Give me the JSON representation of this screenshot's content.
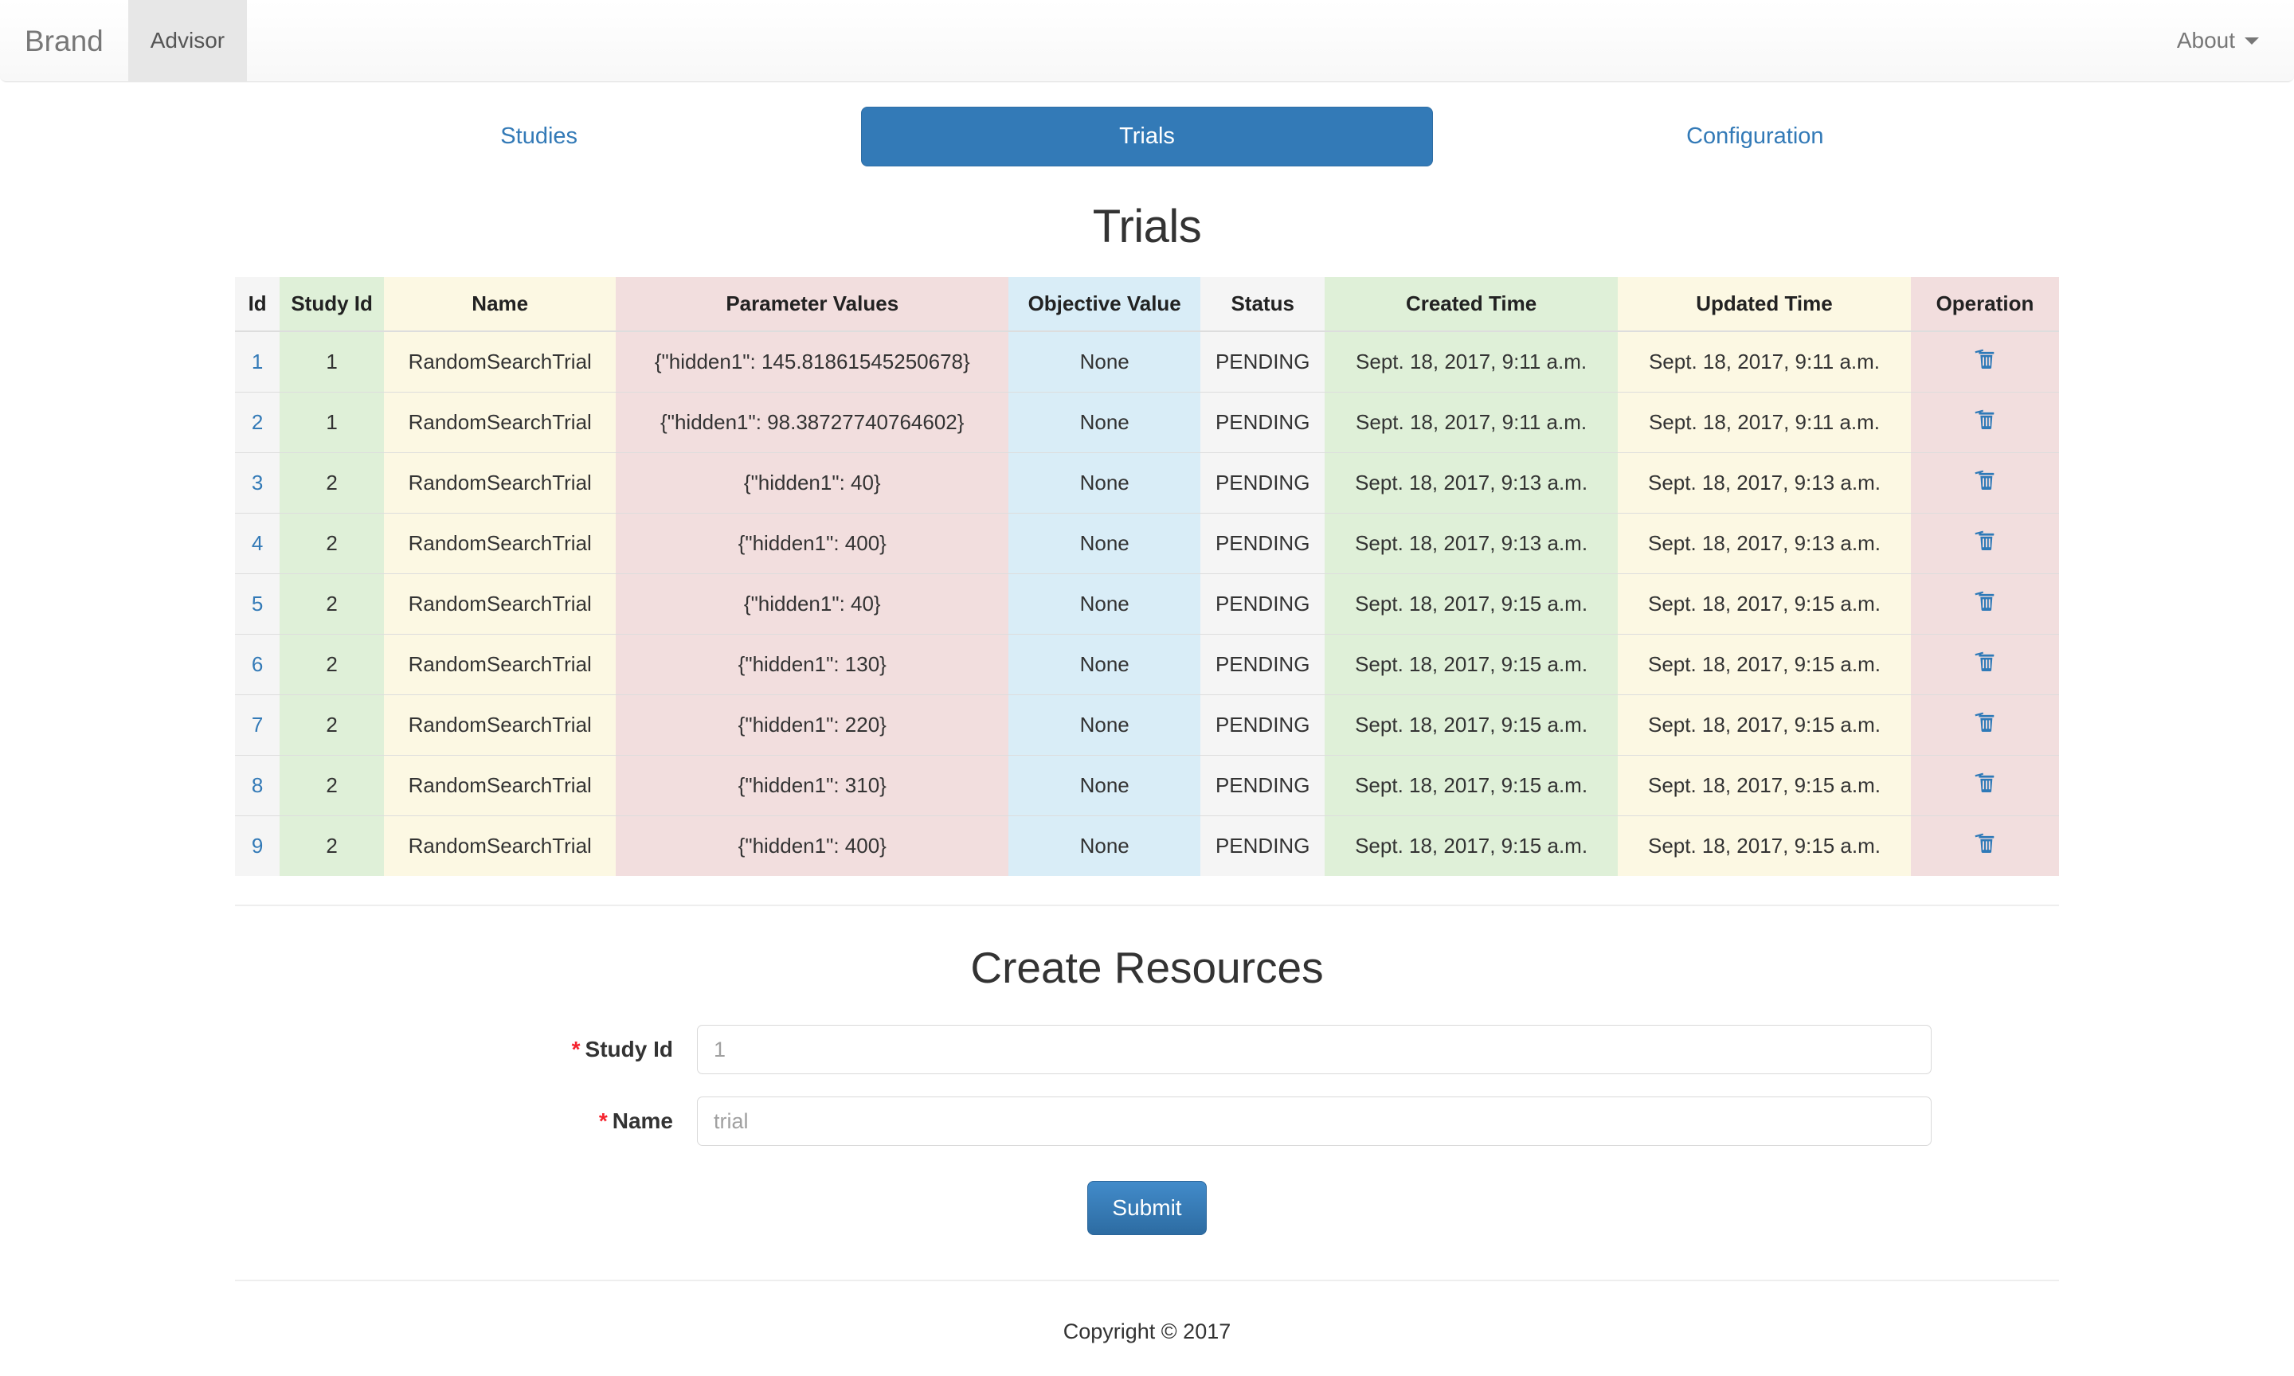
{
  "navbar": {
    "brand": "Brand",
    "items": [
      {
        "label": "Advisor",
        "active": true
      }
    ],
    "about": "About",
    "caret_icon": "chevron-down-icon"
  },
  "tabs": [
    {
      "label": "Studies",
      "active": false
    },
    {
      "label": "Trials",
      "active": true
    },
    {
      "label": "Configuration",
      "active": false
    }
  ],
  "page": {
    "title": "Trials"
  },
  "table": {
    "columns": [
      "Id",
      "Study Id",
      "Name",
      "Parameter Values",
      "Objective Value",
      "Status",
      "Created Time",
      "Updated Time",
      "Operation"
    ],
    "delete_icon": "trash-icon",
    "rows": [
      {
        "id": "1",
        "study_id": "1",
        "name": "RandomSearchTrial",
        "parameter_values": "{\"hidden1\": 145.81861545250678}",
        "objective_value": "None",
        "status": "PENDING",
        "created_time": "Sept. 18, 2017, 9:11 a.m.",
        "updated_time": "Sept. 18, 2017, 9:11 a.m."
      },
      {
        "id": "2",
        "study_id": "1",
        "name": "RandomSearchTrial",
        "parameter_values": "{\"hidden1\": 98.38727740764602}",
        "objective_value": "None",
        "status": "PENDING",
        "created_time": "Sept. 18, 2017, 9:11 a.m.",
        "updated_time": "Sept. 18, 2017, 9:11 a.m."
      },
      {
        "id": "3",
        "study_id": "2",
        "name": "RandomSearchTrial",
        "parameter_values": "{\"hidden1\": 40}",
        "objective_value": "None",
        "status": "PENDING",
        "created_time": "Sept. 18, 2017, 9:13 a.m.",
        "updated_time": "Sept. 18, 2017, 9:13 a.m."
      },
      {
        "id": "4",
        "study_id": "2",
        "name": "RandomSearchTrial",
        "parameter_values": "{\"hidden1\": 400}",
        "objective_value": "None",
        "status": "PENDING",
        "created_time": "Sept. 18, 2017, 9:13 a.m.",
        "updated_time": "Sept. 18, 2017, 9:13 a.m."
      },
      {
        "id": "5",
        "study_id": "2",
        "name": "RandomSearchTrial",
        "parameter_values": "{\"hidden1\": 40}",
        "objective_value": "None",
        "status": "PENDING",
        "created_time": "Sept. 18, 2017, 9:15 a.m.",
        "updated_time": "Sept. 18, 2017, 9:15 a.m."
      },
      {
        "id": "6",
        "study_id": "2",
        "name": "RandomSearchTrial",
        "parameter_values": "{\"hidden1\": 130}",
        "objective_value": "None",
        "status": "PENDING",
        "created_time": "Sept. 18, 2017, 9:15 a.m.",
        "updated_time": "Sept. 18, 2017, 9:15 a.m."
      },
      {
        "id": "7",
        "study_id": "2",
        "name": "RandomSearchTrial",
        "parameter_values": "{\"hidden1\": 220}",
        "objective_value": "None",
        "status": "PENDING",
        "created_time": "Sept. 18, 2017, 9:15 a.m.",
        "updated_time": "Sept. 18, 2017, 9:15 a.m."
      },
      {
        "id": "8",
        "study_id": "2",
        "name": "RandomSearchTrial",
        "parameter_values": "{\"hidden1\": 310}",
        "objective_value": "None",
        "status": "PENDING",
        "created_time": "Sept. 18, 2017, 9:15 a.m.",
        "updated_time": "Sept. 18, 2017, 9:15 a.m."
      },
      {
        "id": "9",
        "study_id": "2",
        "name": "RandomSearchTrial",
        "parameter_values": "{\"hidden1\": 400}",
        "objective_value": "None",
        "status": "PENDING",
        "created_time": "Sept. 18, 2017, 9:15 a.m.",
        "updated_time": "Sept. 18, 2017, 9:15 a.m."
      }
    ]
  },
  "form": {
    "title": "Create Resources",
    "required_marker": "*",
    "fields": [
      {
        "label": "Study Id",
        "value": "",
        "placeholder": "1"
      },
      {
        "label": "Name",
        "value": "",
        "placeholder": "trial"
      }
    ],
    "submit_label": "Submit"
  },
  "footer": {
    "copyright": "Copyright © 2017"
  },
  "colors": {
    "primary": "#337ab7",
    "required": "#f5222d",
    "tint_green": "#dff0d8",
    "tint_yellow": "#fcf8e3",
    "tint_pink": "#f2dede",
    "tint_blue": "#d9edf7",
    "tint_gray": "#f5f5f5"
  }
}
